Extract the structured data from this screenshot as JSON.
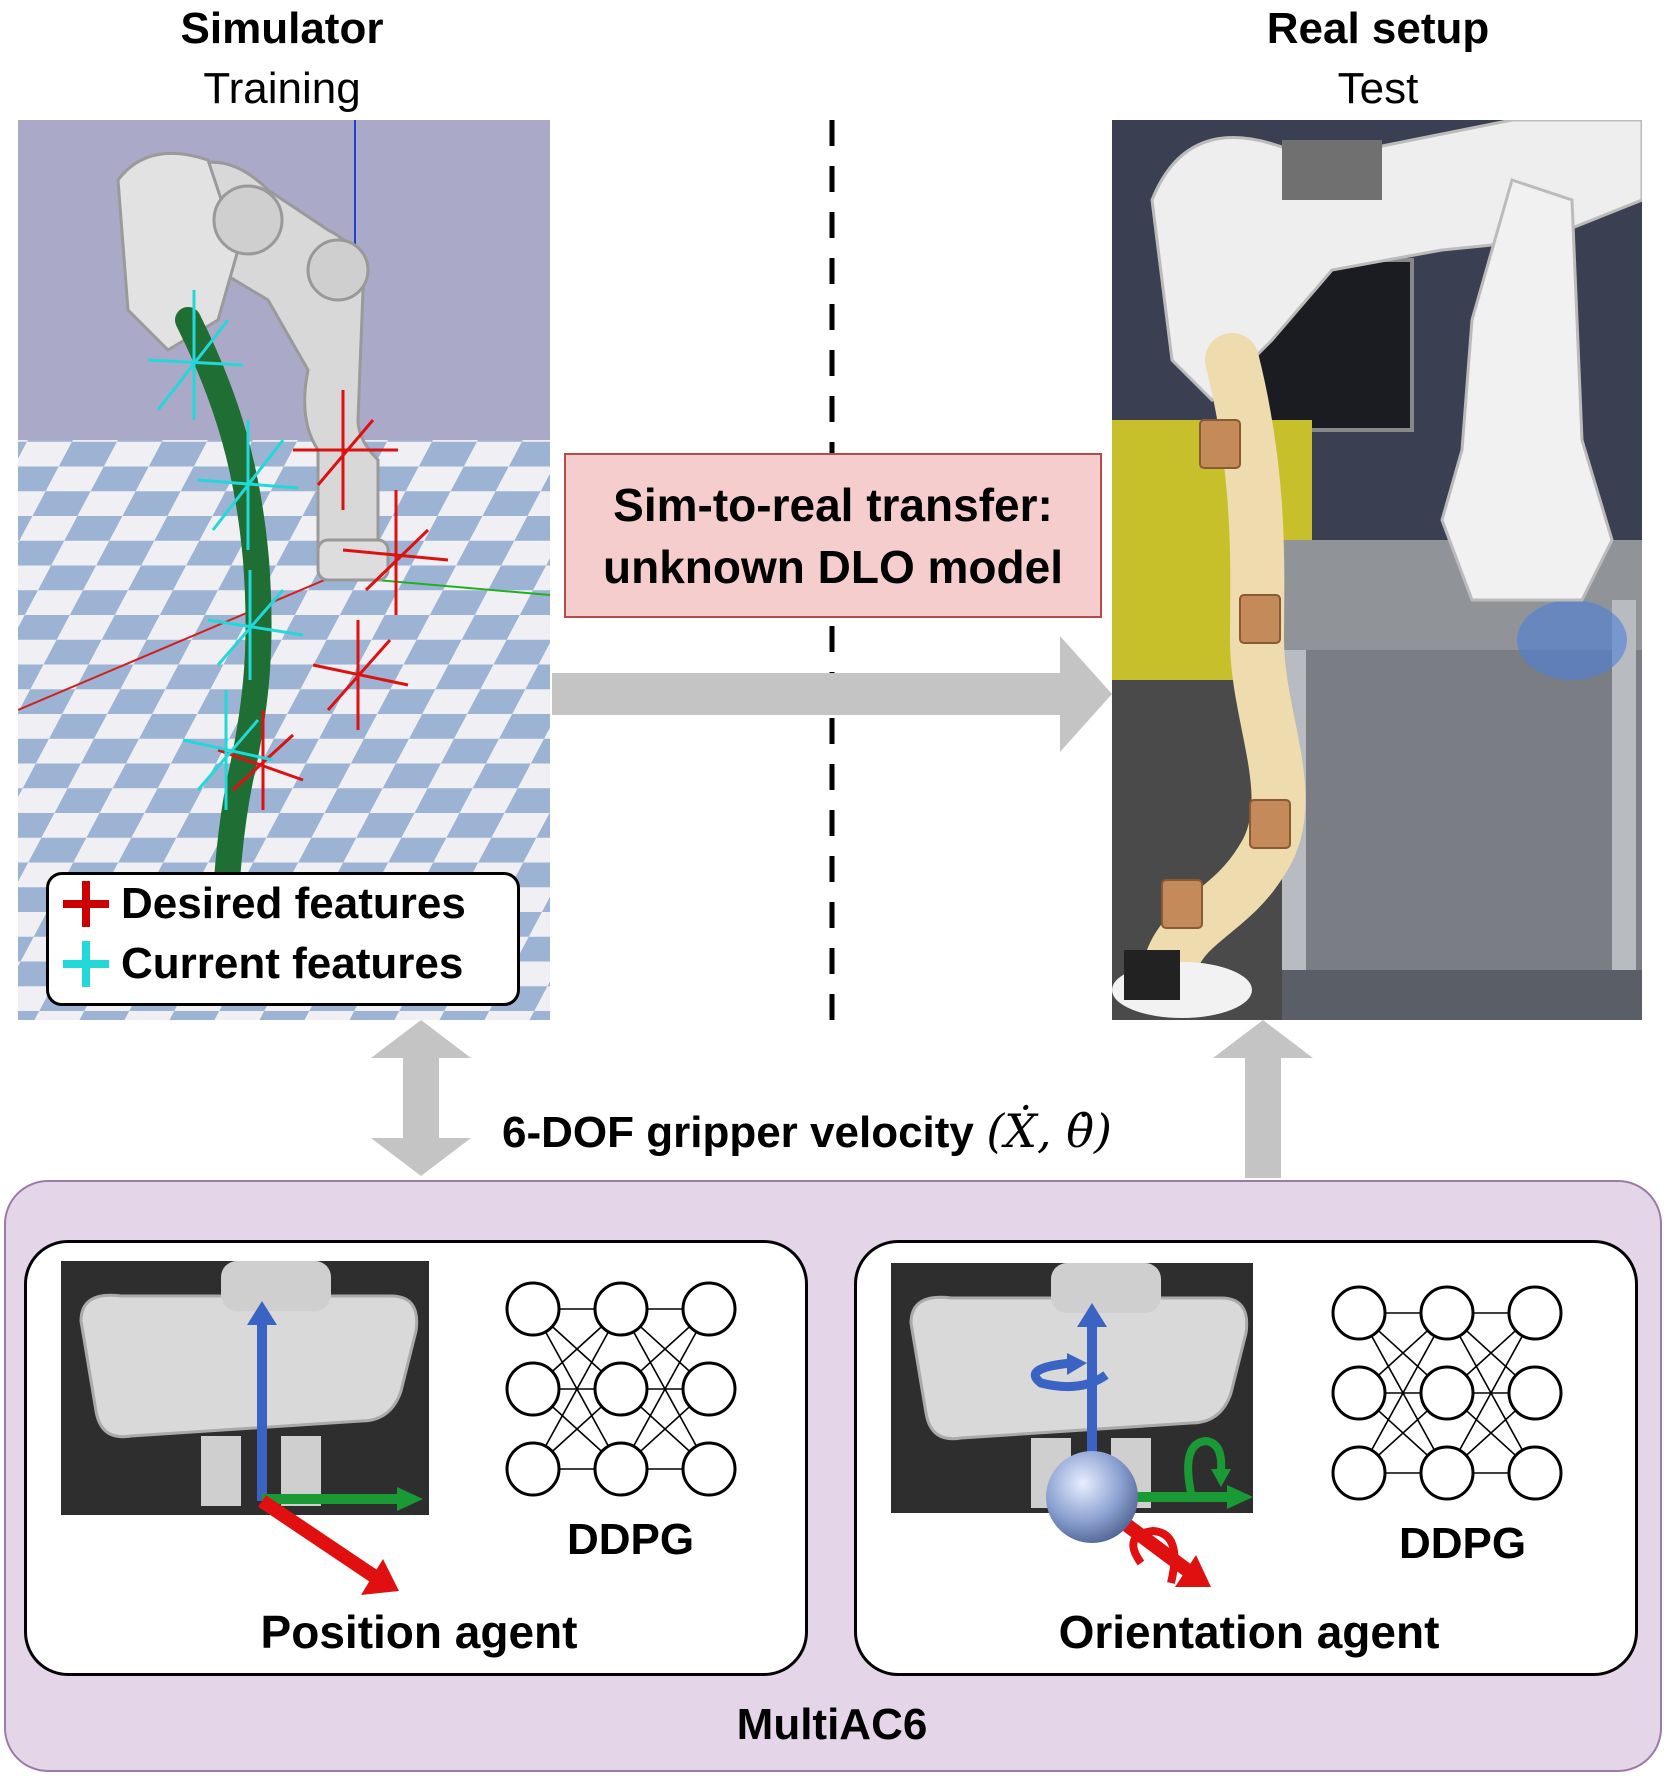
{
  "simulator": {
    "title": "Simulator",
    "subtitle": "Training"
  },
  "real": {
    "title": "Real setup",
    "subtitle": "Test"
  },
  "legend": {
    "desired": "Desired features",
    "current": "Current features",
    "desired_color": "#cc0000",
    "current_color": "#22d8d8"
  },
  "transfer": {
    "line1": "Sim-to-real transfer:",
    "line2": "unknown DLO model"
  },
  "velocity": {
    "label": "6-DOF gripper velocity",
    "formula": "(Ẋ, θ̇)"
  },
  "position_agent": {
    "ddpg": "DDPG",
    "label": "Position agent"
  },
  "orientation_agent": {
    "ddpg": "DDPG",
    "label": "Orientation agent"
  },
  "framework": {
    "label": "MultiAC6"
  },
  "colors": {
    "sim_sky": "#aaaac8",
    "floor_blue": "#9db3d4",
    "dlo_green": "#1f6e34",
    "real_dlo": "#efdcae",
    "transfer_fill": "#f6cdcd",
    "framework_fill": "#e4d5e8",
    "arrow_gray": "#c4c4c4",
    "axis_x": "#e01010",
    "axis_y": "#1a9a35",
    "axis_z": "#3a63c4"
  }
}
